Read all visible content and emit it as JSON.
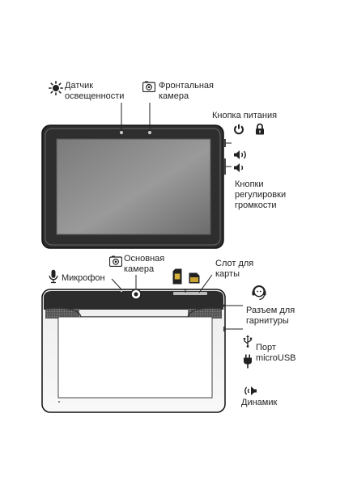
{
  "front": {
    "light_sensor": [
      "Датчик",
      "освещенности"
    ],
    "front_camera": [
      "Фронтальная",
      "камера"
    ],
    "power_button": [
      "Кнопка питания"
    ],
    "volume_buttons": [
      "Кнопки",
      "регулировки",
      "громкости"
    ]
  },
  "back": {
    "main_camera": [
      "Основная",
      "камера"
    ],
    "card_slot": [
      "Слот для",
      "карты"
    ],
    "microphone": [
      "Микрофон"
    ],
    "headset_jack": [
      "Разъем для",
      "гарнитуры"
    ],
    "usb_port": [
      "Порт",
      "microUSB"
    ],
    "speaker": [
      "Динамик"
    ]
  },
  "icons": {
    "light_sensor": "sun-icon",
    "front_camera": "camera-icon",
    "main_camera": "camera-icon",
    "power": "power-icon",
    "lock": "lock-icon",
    "volume_up": "volume-up-icon",
    "volume_down": "volume-down-icon",
    "microphone": "microphone-icon",
    "sim": "sim-card-icon",
    "sd": "sd-card-icon",
    "headset": "headset-icon",
    "usb": "usb-icon",
    "charger": "plug-icon",
    "speaker": "speaker-icon"
  }
}
